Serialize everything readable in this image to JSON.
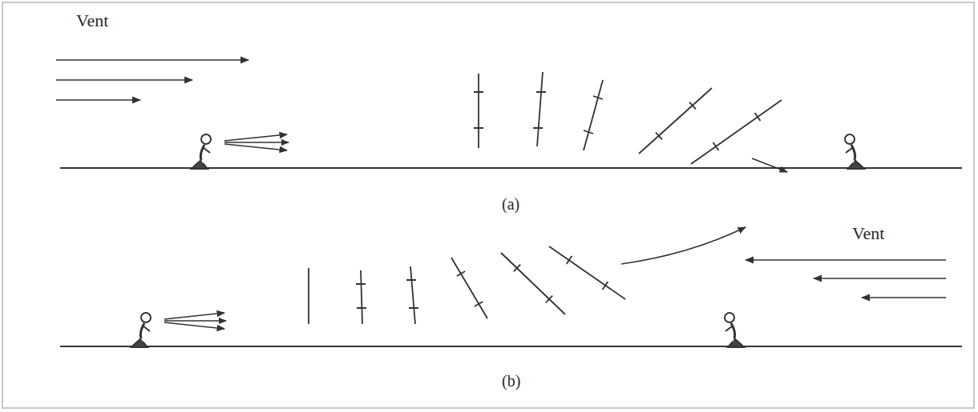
{
  "diagram": {
    "labels": [
      "Vent",
      "(a)",
      "Vent",
      "(b)"
    ]
  }
}
